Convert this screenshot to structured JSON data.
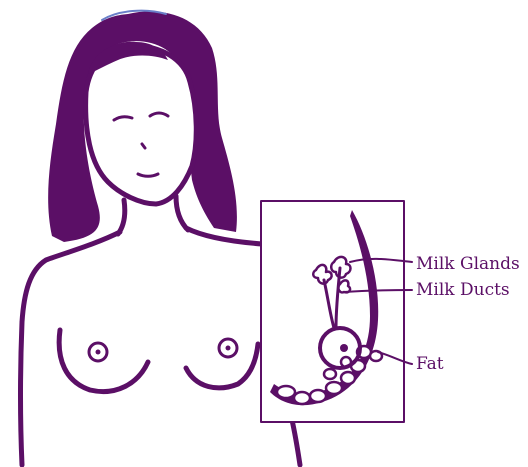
{
  "diagram": {
    "labels": {
      "milk_glands": "Milk Glands",
      "milk_ducts": "Milk Ducts",
      "fat": "Fat"
    },
    "colors": {
      "primary": "#5b0f66",
      "hair_highlight": "#6a7fc8",
      "background": "#ffffff"
    },
    "icons": {
      "figure": "woman-torso-illustration",
      "inset": "breast-cross-section"
    }
  }
}
